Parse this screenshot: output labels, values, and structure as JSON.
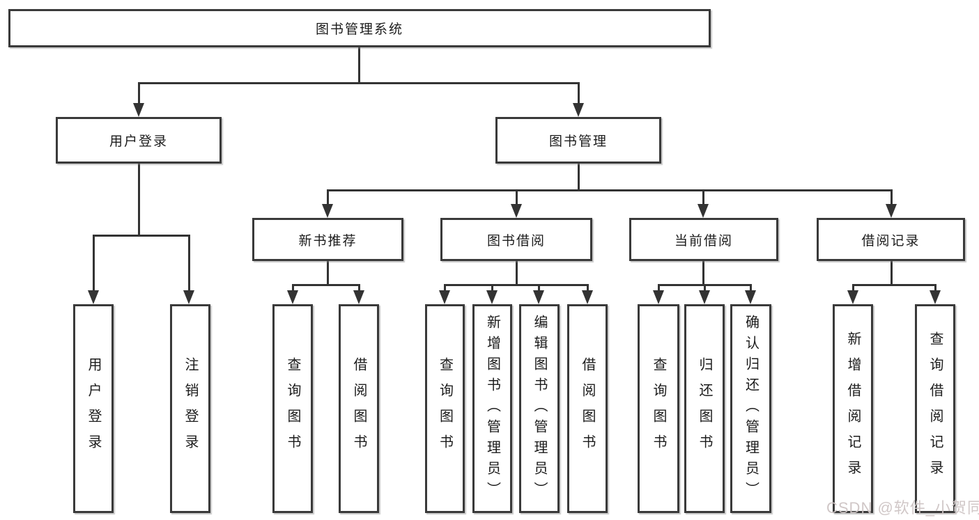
{
  "diagram": {
    "root": {
      "label": "图书管理系统"
    },
    "level2": [
      {
        "label": "用户登录"
      },
      {
        "label": "图书管理"
      }
    ],
    "level3": [
      {
        "label": "新书推荐"
      },
      {
        "label": "图书借阅"
      },
      {
        "label": "当前借阅"
      },
      {
        "label": "借阅记录"
      }
    ],
    "leaves": {
      "login": [
        {
          "label": "用户登录"
        },
        {
          "label": "注销登录"
        }
      ],
      "newbook": [
        {
          "label": "查询图书"
        },
        {
          "label": "借阅图书"
        }
      ],
      "borrow": [
        {
          "label": "查询图书"
        },
        {
          "label": "新增图书（管理员）"
        },
        {
          "label": "编辑图书（管理员）"
        },
        {
          "label": "借阅图书"
        }
      ],
      "current": [
        {
          "label": "查询图书"
        },
        {
          "label": "归还图书"
        },
        {
          "label": "确认归还（管理员）"
        }
      ],
      "records": [
        {
          "label": "新增借阅记录"
        },
        {
          "label": "查询借阅记录"
        }
      ]
    },
    "watermark": "CSDN @软件_小贺同学",
    "colors": {
      "line": "#333333",
      "border": "#3a3a3a",
      "text": "#1c1c1c",
      "background": "#ffffff",
      "watermark": "#cdc4c4"
    }
  }
}
